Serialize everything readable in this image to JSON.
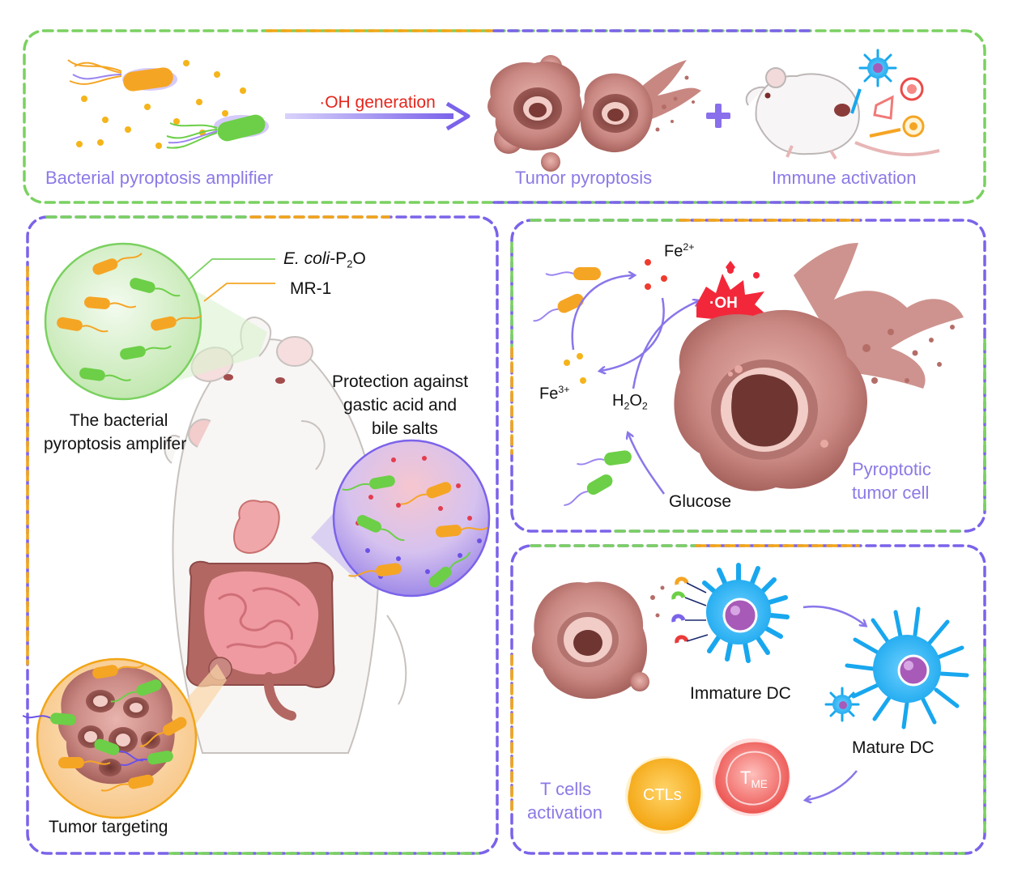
{
  "colors": {
    "panel_border_green": "#7ad160",
    "panel_border_orange": "#f2a516",
    "panel_border_purple": "#7b63ea",
    "label_lavender": "#8d79e6",
    "oh_label_red": "#e5261d",
    "tumor_pink": "#c98782",
    "dc_blue": "#18a7ee",
    "bacteria_orange": "#f5a524",
    "bacteria_green": "#6ccf47",
    "zoom_green": "#d9f2cc",
    "zoom_purple": "#c2b3f0",
    "zoom_orange": "#fbd7a6"
  },
  "top_panel": {
    "arrow_label": "·OH generation",
    "label_amplifier": "Bacterial pyroptosis amplifier",
    "label_tumor": "Tumor pyroptosis",
    "label_immune": "Immune activation",
    "plus_icon": "plus-icon"
  },
  "left_panel": {
    "ecoli_label": {
      "italic": "E. coli",
      "rest": "-P",
      "sub": "2",
      "tail": "O"
    },
    "mr1_label": "MR-1",
    "amplifier_line1": "The bacterial",
    "amplifier_line2": "pyroptosis amplifer",
    "protection_line1": "Protection against",
    "protection_line2": "gastic acid and",
    "protection_line3": "bile salts",
    "tumor_targeting": "Tumor targeting"
  },
  "mid_panel": {
    "fe2": {
      "base": "Fe",
      "sup": "2+"
    },
    "fe3": {
      "base": "Fe",
      "sup": "3+"
    },
    "h2o2": {
      "a": "H",
      "sub1": "2",
      "b": "O",
      "sub2": "2"
    },
    "oh": "·OH",
    "glucose": "Glucose",
    "pyro_line1": "Pyroptotic",
    "pyro_line2": "tumor cell"
  },
  "bottom_panel": {
    "immature_dc": "Immature DC",
    "mature_dc": "Mature DC",
    "tcell_line1": "T cells",
    "tcell_line2": "activation",
    "ctls": "CTLs",
    "tme": {
      "base": "T",
      "sub": "ME"
    }
  }
}
